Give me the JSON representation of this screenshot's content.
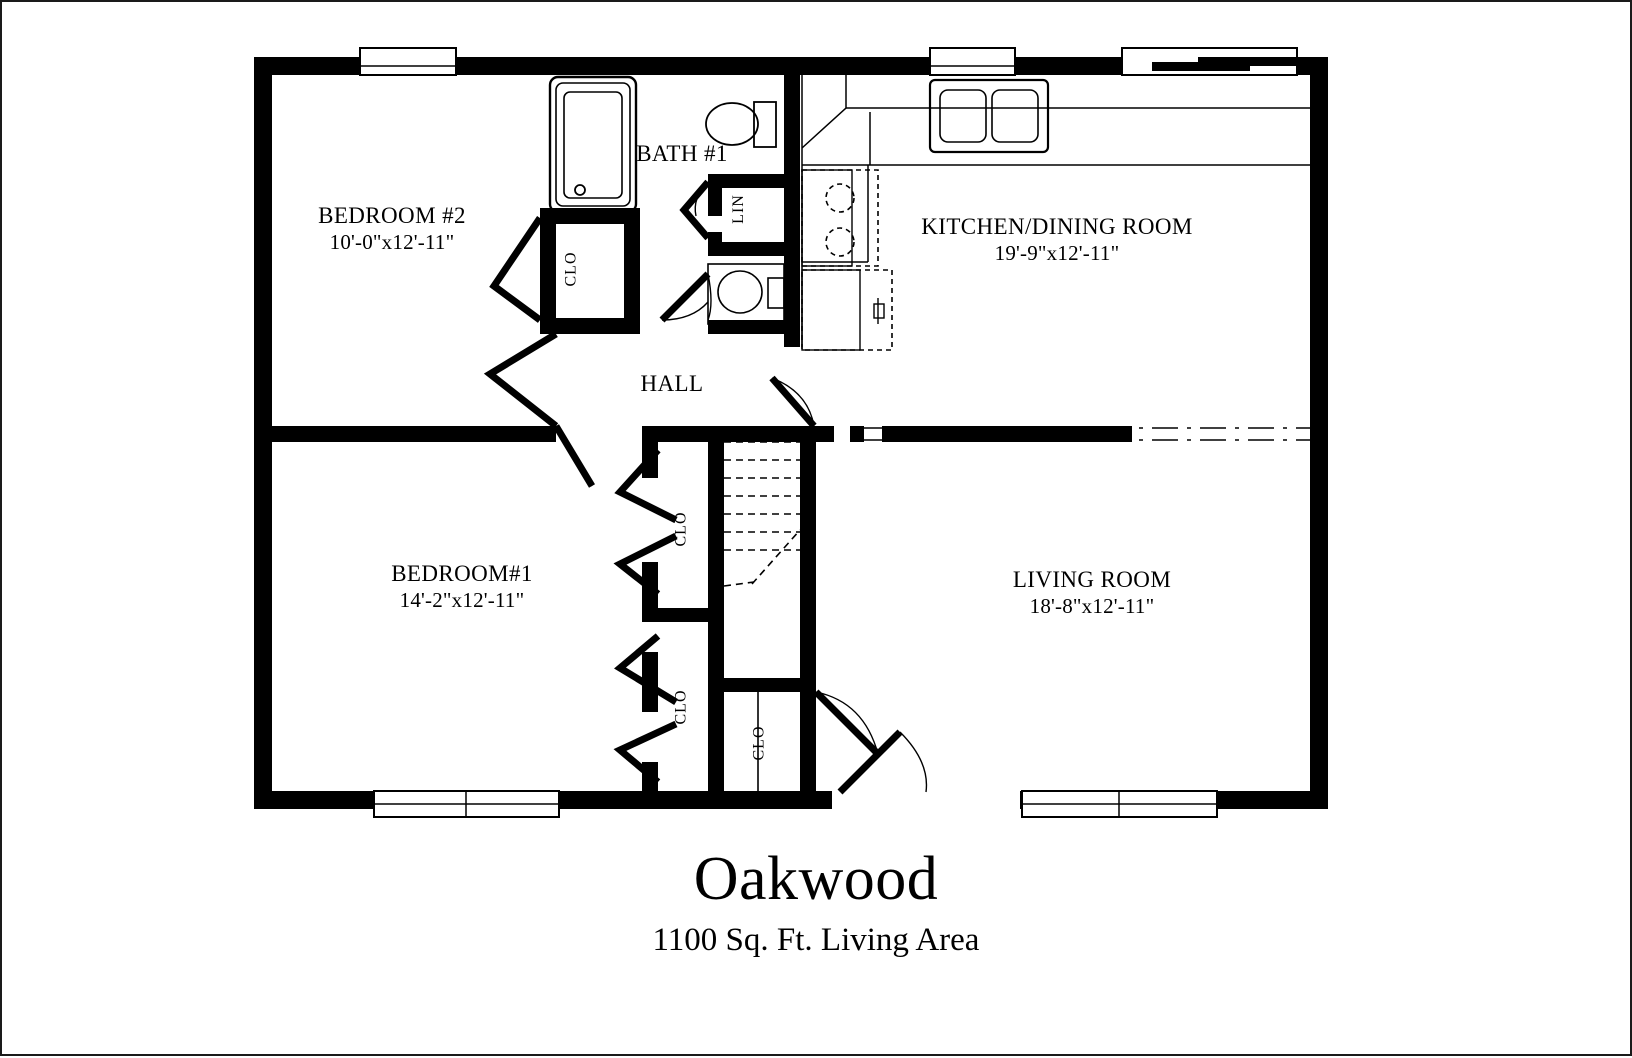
{
  "plan": {
    "title": "Oakwood",
    "subtitle": "1100 Sq. Ft. Living Area",
    "style": {
      "wall_color": "#000000",
      "fixture_color": "#000000",
      "background": "#ffffff",
      "border_color": "#1a1a1a"
    },
    "rooms": [
      {
        "id": "bedroom-2",
        "name": "BEDROOM #2",
        "dimensions": "10'-0\"x12'-11\""
      },
      {
        "id": "bath-1",
        "name": "BATH #1",
        "dimensions": ""
      },
      {
        "id": "kitchen-dining",
        "name": "KITCHEN/DINING ROOM",
        "dimensions": "19'-9\"x12'-11\""
      },
      {
        "id": "hall",
        "name": "HALL",
        "dimensions": ""
      },
      {
        "id": "bedroom-1",
        "name": "BEDROOM#1",
        "dimensions": "14'-2\"x12'-11\""
      },
      {
        "id": "living-room",
        "name": "LIVING ROOM",
        "dimensions": "18'-8\"x12'-11\""
      }
    ],
    "closets": [
      {
        "id": "closet-bedroom2",
        "label": "CLO"
      },
      {
        "id": "closet-linen",
        "label": "LIN"
      },
      {
        "id": "closet-bedroom1-upper",
        "label": "CLO"
      },
      {
        "id": "closet-bedroom1-lower",
        "label": "CLO"
      },
      {
        "id": "closet-entry",
        "label": "CLO"
      }
    ],
    "fixtures": [
      {
        "id": "bathtub",
        "room": "bath-1"
      },
      {
        "id": "toilet",
        "room": "bath-1"
      },
      {
        "id": "vanity-sink",
        "room": "bath-1"
      },
      {
        "id": "kitchen-sink",
        "room": "kitchen-dining"
      },
      {
        "id": "range-cooktop",
        "room": "kitchen-dining"
      },
      {
        "id": "refrigerator",
        "room": "kitchen-dining"
      },
      {
        "id": "upper-cabinets",
        "room": "kitchen-dining"
      },
      {
        "id": "base-cabinets",
        "room": "kitchen-dining"
      },
      {
        "id": "staircase",
        "room": "hall"
      }
    ]
  }
}
